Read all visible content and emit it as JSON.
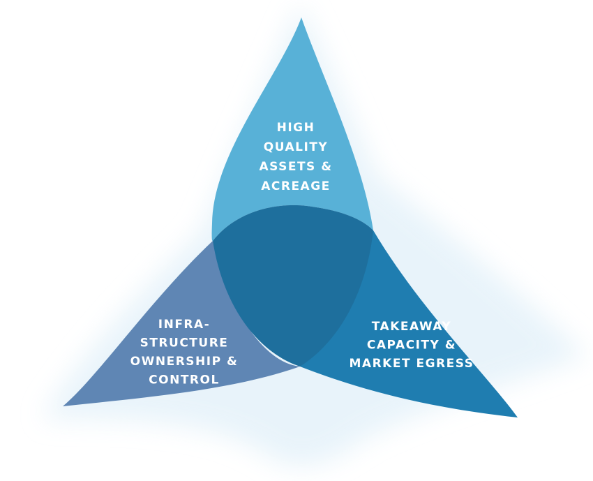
{
  "diagram": {
    "petals": [
      {
        "id": "top",
        "lines": [
          "HIGH",
          "QUALITY",
          "ASSETS &",
          "ACREAGE"
        ],
        "color": "#58b1d7"
      },
      {
        "id": "left",
        "lines": [
          "INFRA-",
          "STRUCTURE",
          "OWNERSHIP &",
          "CONTROL"
        ],
        "color": "#5f86b4"
      },
      {
        "id": "right",
        "lines": [
          "TAKEAWAY",
          "CAPACITY &",
          "MARKET EGRESS"
        ],
        "color": "#1f7db0"
      }
    ],
    "center_color": "#1e6f9d",
    "glow_color": "#dcedf7"
  }
}
